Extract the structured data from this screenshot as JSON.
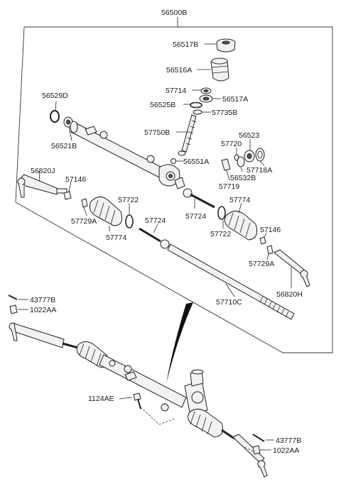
{
  "parts": {
    "p56500B": "56500B",
    "p56517B": "56517B",
    "p56516A": "56516A",
    "p57714": "57714",
    "p56517A": "56517A",
    "p56525B": "56525B",
    "p57735B": "57735B",
    "p56529D": "56529D",
    "p57750B": "57750B",
    "p56523": "56523",
    "p57720": "57720",
    "p56521B": "56521B",
    "p56551A": "56551A",
    "p57718A": "57718A",
    "p56532B": "56532B",
    "p57719": "57719",
    "p56820J": "56820J",
    "p57146_left": "57146",
    "p57722_left": "57722",
    "p57729A_left": "57729A",
    "p57774_left": "57774",
    "p57774_right": "57774",
    "p57724_right": "57724",
    "p57724_center": "57724",
    "p57722_right": "57722",
    "p57146_right": "57146",
    "p57729A_right": "57729A",
    "p57710C": "57710C",
    "p56820H": "56820H",
    "p43777B_top": "43777B",
    "p1022AA_top": "1022AA",
    "p1124AE": "1124AE",
    "p43777B_bottom": "43777B",
    "p1022AA_bottom": "1022AA"
  }
}
